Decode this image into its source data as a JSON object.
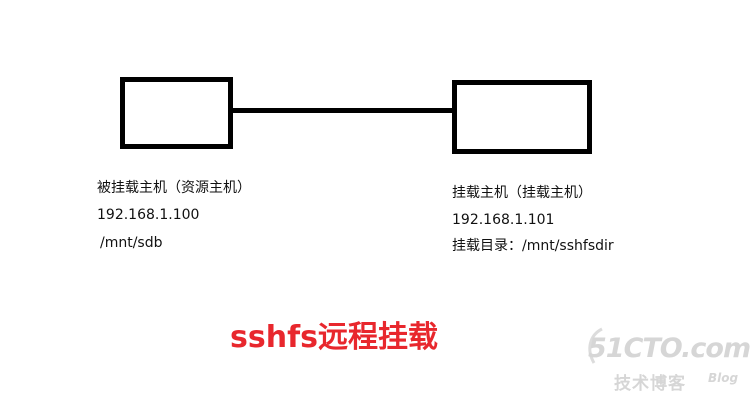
{
  "left_host": {
    "title": "被挂载主机（资源主机）",
    "ip": "192.168.1.100",
    "path": "/mnt/sdb"
  },
  "right_host": {
    "title": "挂载主机（挂载主机）",
    "ip": "192.168.1.101",
    "path": "挂载目录：/mnt/sshfsdir"
  },
  "caption": "sshfs远程挂载",
  "caption_color": "#e8272d",
  "watermark": {
    "main": "51CTO.com",
    "sub": "技术博客",
    "blog": "Blog"
  }
}
